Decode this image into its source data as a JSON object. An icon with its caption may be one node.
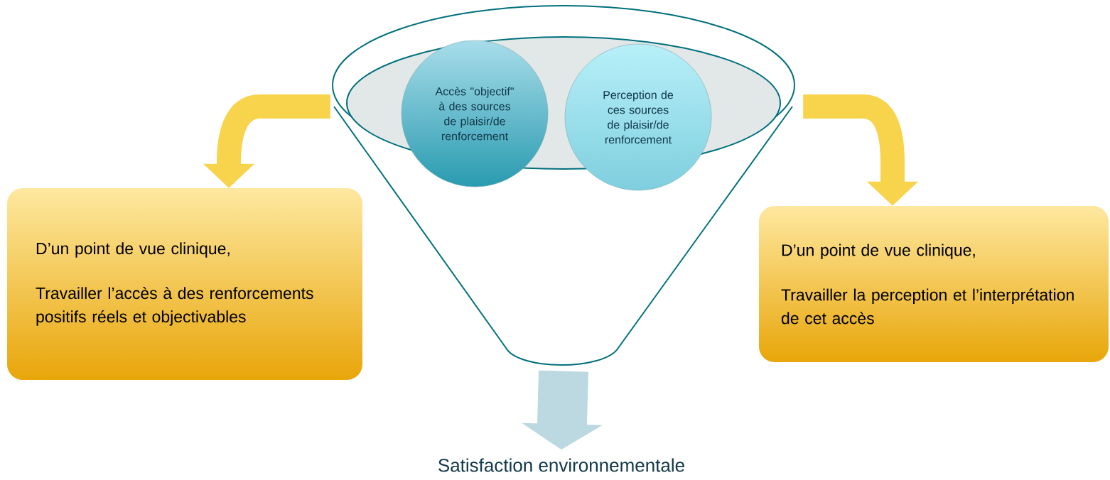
{
  "diagram": {
    "nodes": [
      {
        "text": [],
        "shape": "funnel"
      },
      {
        "text": [
          "Accès \"objectif\" à des sources de plaisir/de renforcement"
        ],
        "in": 0
      },
      {
        "text": [
          "Perception de ces sources de plaisir/de renforcement"
        ],
        "in": 0
      },
      {
        "text": [
          "D’un point de vue clinique,",
          "Travailler l’accès à des renforcements positifs réels et objectivables"
        ]
      },
      {
        "text": [
          "D’un point de vue clinique,",
          "Travailler la perception et l’interprétation de cet accès"
        ]
      },
      {
        "text": [
          "Satisfaction environnementale"
        ]
      }
    ],
    "edges": [
      {
        "from": 0,
        "to": 3,
        "arrow": "to"
      },
      {
        "from": 0,
        "to": 4,
        "arrow": "to"
      },
      {
        "from": 0,
        "to": 5,
        "arrow": "to",
        "style": "thick",
        "color": "#bcd8e1"
      }
    ]
  }
}
